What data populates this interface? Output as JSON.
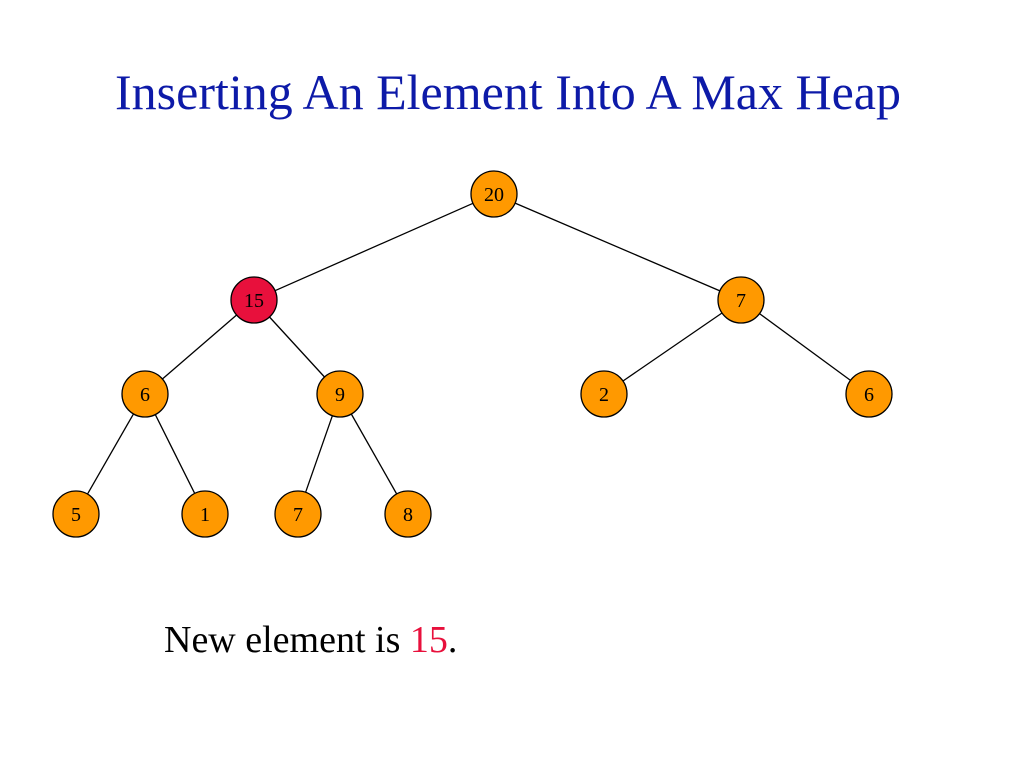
{
  "title": "Inserting An Element Into A Max Heap",
  "caption": {
    "prefix": "New element is ",
    "value": "15",
    "suffix": "."
  },
  "colors": {
    "title": "#0d1aa8",
    "node_fill": "#ff9900",
    "new_node_fill": "#e8103c",
    "highlight_text": "#e8103c",
    "edge": "#000000"
  },
  "heap": {
    "nodes": [
      {
        "id": "n20",
        "label": "20",
        "new": false
      },
      {
        "id": "n15",
        "label": "15",
        "new": true
      },
      {
        "id": "n7a",
        "label": "7",
        "new": false
      },
      {
        "id": "n6a",
        "label": "6",
        "new": false
      },
      {
        "id": "n9",
        "label": "9",
        "new": false
      },
      {
        "id": "n2",
        "label": "2",
        "new": false
      },
      {
        "id": "n6b",
        "label": "6",
        "new": false
      },
      {
        "id": "n5",
        "label": "5",
        "new": false
      },
      {
        "id": "n1",
        "label": "1",
        "new": false
      },
      {
        "id": "n7b",
        "label": "7",
        "new": false
      },
      {
        "id": "n8",
        "label": "8",
        "new": false
      }
    ],
    "edges": [
      [
        "n20",
        "n15"
      ],
      [
        "n20",
        "n7a"
      ],
      [
        "n15",
        "n6a"
      ],
      [
        "n15",
        "n9"
      ],
      [
        "n7a",
        "n2"
      ],
      [
        "n7a",
        "n6b"
      ],
      [
        "n6a",
        "n5"
      ],
      [
        "n6a",
        "n1"
      ],
      [
        "n9",
        "n7b"
      ],
      [
        "n9",
        "n8"
      ]
    ]
  }
}
